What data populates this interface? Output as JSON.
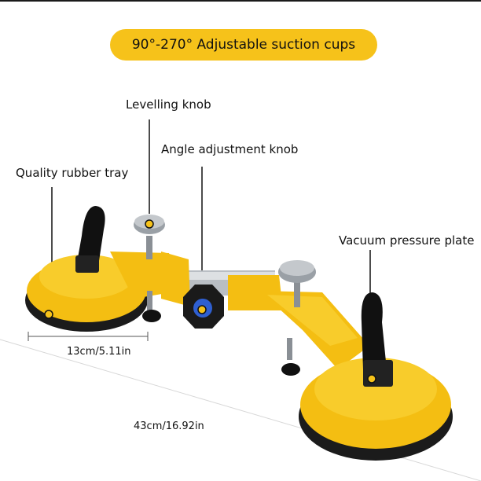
{
  "banner": {
    "text": "90°-270° Adjustable suction cups"
  },
  "labels": {
    "levelling_knob": "Levelling knob",
    "angle_adjustment_knob": "Angle adjustment knob",
    "quality_rubber_tray": "Quality rubber tray",
    "vacuum_pressure_plate": "Vacuum pressure plate"
  },
  "dimensions": {
    "cup_diameter": "13cm/5.11in",
    "overall_length": "43cm/16.92in"
  },
  "colors": {
    "yellow": "#f6c21a",
    "banner": "#f6c21a",
    "black": "#111111",
    "knob_blue": "#2f5fd0",
    "steel": "#b9bec4"
  }
}
